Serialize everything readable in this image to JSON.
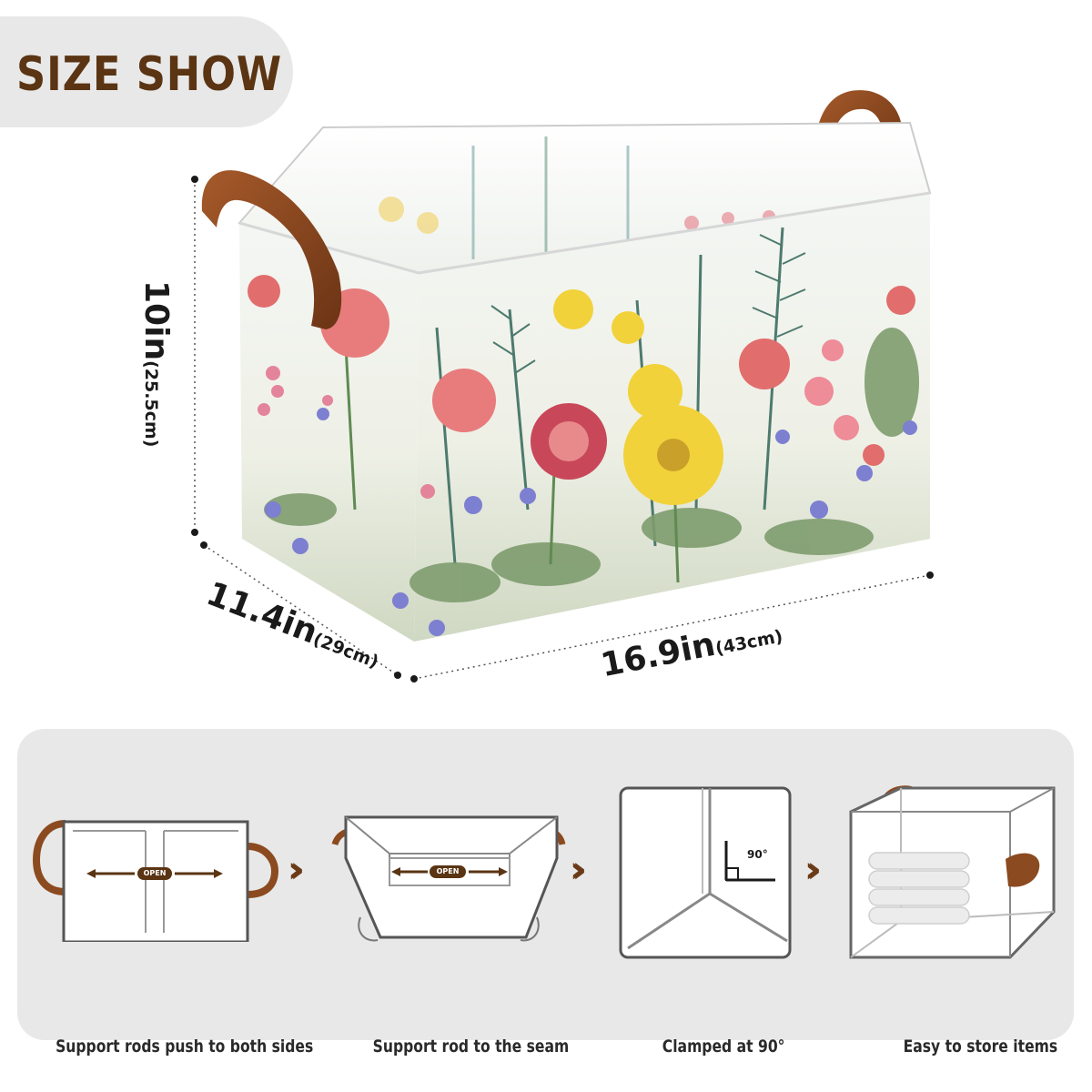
{
  "header": {
    "title": "SIZE SHOW"
  },
  "dimensions": {
    "height": {
      "value": "10in",
      "metric": "(25.5cm)"
    },
    "depth": {
      "value": "11.4in",
      "metric": "(29cm)"
    },
    "width": {
      "value": "16.9in",
      "metric": "(43cm)"
    }
  },
  "steps": [
    {
      "caption": "Support rods push to both sides",
      "badge": "OPEN"
    },
    {
      "caption": "Support rod to the seam",
      "badge": "OPEN"
    },
    {
      "caption": "Clamped at 90°",
      "angle": "90°"
    },
    {
      "caption": "Easy to store items"
    }
  ],
  "colors": {
    "accent": "#5a3413",
    "handle": "#8b4a1f",
    "panel": "#e8e8e8"
  }
}
